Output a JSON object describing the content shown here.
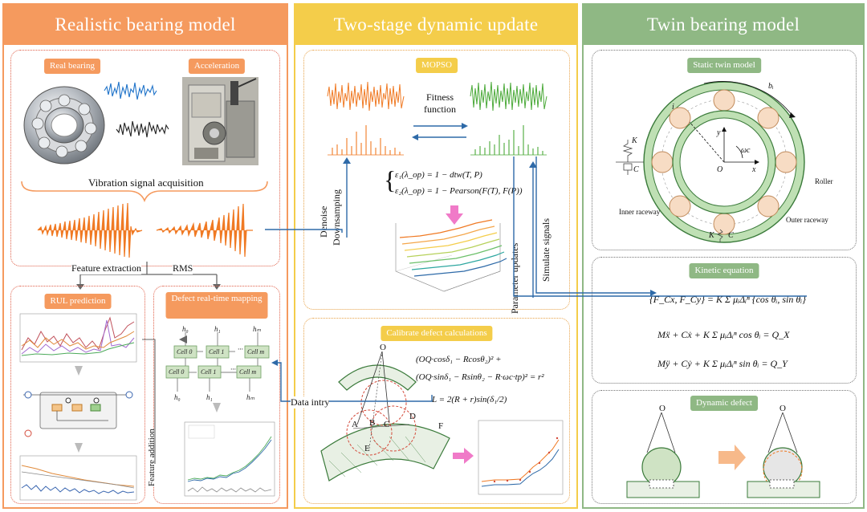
{
  "colors": {
    "orange": "#f59a5e",
    "orange_dark": "#f07a24",
    "yellow": "#f4cd4a",
    "green": "#8fb884",
    "green_dark": "#6f9e63",
    "arrow_blue": "#2e6aa8",
    "red_dot": "#d44a3a",
    "blue_sig": "#1f73c9"
  },
  "panels": {
    "left": {
      "title": "Realistic bearing model"
    },
    "middle": {
      "title": "Two-stage dynamic update"
    },
    "right": {
      "title": "Twin bearing model"
    }
  },
  "left": {
    "real_bearing": "Real bearing",
    "acceleration": "Acceleration",
    "vibration": "Vibration signal acquisition",
    "feature_extraction": "Feature extraction",
    "rms": "RMS",
    "rul": "RUL prediction",
    "defect_mapping": "Defect real-time mapping",
    "cells": [
      "Cell 0",
      "Cell 1",
      "Cell m",
      "Cell 0",
      "Cell 1",
      "Cell m"
    ],
    "feature_addition": "Feature addition"
  },
  "middle": {
    "mopso": "MOPSO",
    "fitness": "Fitness function",
    "denoise": "Denoise",
    "downsampling": "Downsamping",
    "eq1": "ε₁(λ_op) = 1 − dtw(T, P)",
    "eq2": "ε₂(λ_op) = 1 − Pearson(F(T), F(P))",
    "param_updates": "Parameter updates",
    "simulate": "Simulate signals",
    "calibrate": "Calibrate defect calculations",
    "eq3": "(OQ·cosδ₁ − Rcosθ₂)² +",
    "eq4": "(OQ·sinδ₁ − Rsinθ₂ − R·ωc·tp)² = r²",
    "eq5": "L = 2(R + r)sin(δ₁/2)",
    "data_entry": "Data intry",
    "geom_labels": [
      "O",
      "A",
      "B",
      "C",
      "D",
      "E",
      "F"
    ]
  },
  "right": {
    "static_twin": "Static twin model",
    "inner_raceway": "Inner raceway",
    "outer_raceway": "Outer raceway",
    "roller": "Roller",
    "kinetic": "Kinetic equation",
    "kin1": "{F_Cx, F_Cy} = K Σ μᵢΔᵢⁿ {cos θᵢ, sin θᵢ}",
    "kin2": "Mẍ + Cẋ + K Σ μᵢΔᵢⁿ cos θᵢ = Q_X",
    "kin3": "Mÿ + Cẏ + K Σ μᵢΔᵢⁿ sin θᵢ = Q_Y",
    "dynamic_defect": "Dynamic defect",
    "labels": [
      "K",
      "C",
      "K",
      "C",
      "x",
      "y",
      "O",
      "bᵢ",
      "i",
      "ωc"
    ]
  }
}
